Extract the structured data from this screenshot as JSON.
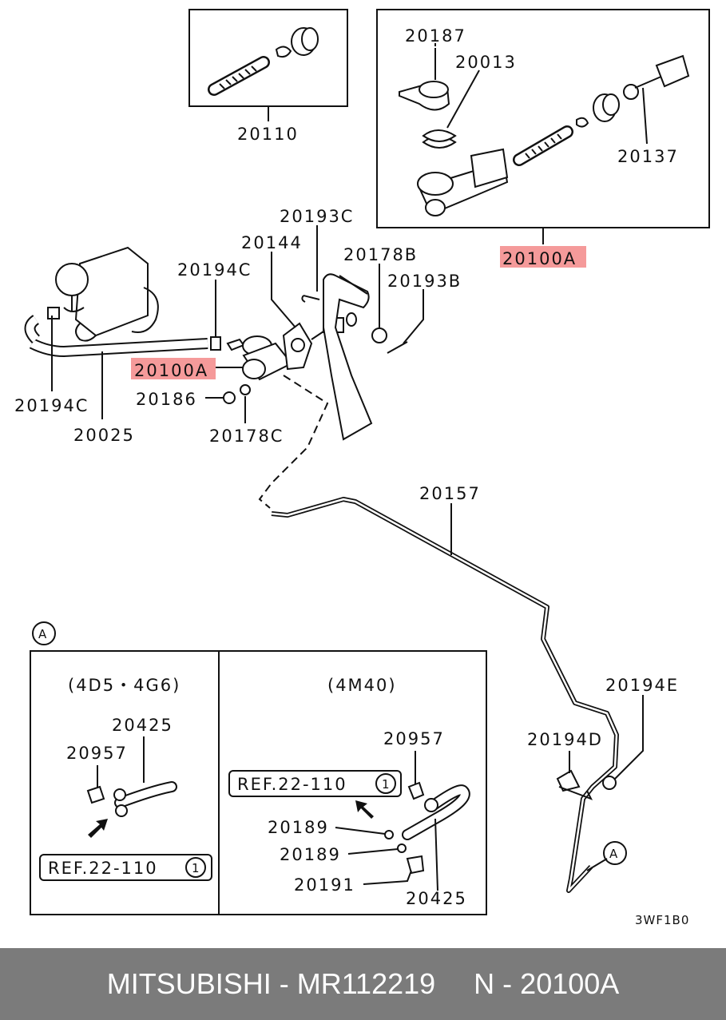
{
  "labels": {
    "p20110": "20110",
    "p20187": "20187",
    "p20013": "20013",
    "p20137": "20137",
    "p20100A_top": "20100A",
    "p20193C": "20193C",
    "p20144": "20144",
    "p20178B": "20178B",
    "p20193B": "20193B",
    "p20194C_top": "20194C",
    "p20100A_mid": "20100A",
    "p20186": "20186",
    "p20178C": "20178C",
    "p20194C_left": "20194C",
    "p20025": "20025",
    "p20157": "20157",
    "p20194E": "20194E",
    "p20194D": "20194D",
    "callout_A1": "A",
    "callout_A2": "A",
    "code": "3WF1B0"
  },
  "detail_A": {
    "left_title": "(4D5・4G6)",
    "left_20425": "20425",
    "left_20957": "20957",
    "left_ref": "REF.22-110",
    "left_ref_num": "1",
    "right_title": "(4M40)",
    "right_20957": "20957",
    "right_ref": "REF.22-110",
    "right_ref_num": "1",
    "right_20189a": "20189",
    "right_20189b": "20189",
    "right_20191": "20191",
    "right_20425": "20425"
  },
  "highlight_color": "#f59a9a",
  "footer": {
    "brand": "MITSUBISHI",
    "sep1": " - ",
    "part_number": "MR112219",
    "group_prefix": "N",
    "sep2": " - ",
    "group_code": "20100A"
  }
}
